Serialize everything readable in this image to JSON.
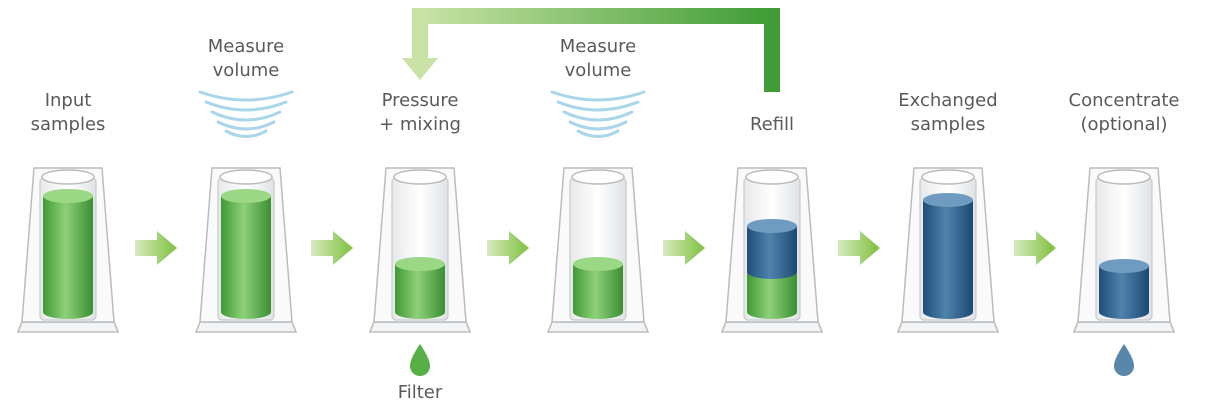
{
  "steps": [
    {
      "label_lines": [
        "Input",
        "samples"
      ],
      "liquid": "green-full"
    },
    {
      "label_lines": [
        "",
        ""
      ],
      "liquid": "green-full"
    },
    {
      "label_lines": [
        "Pressure",
        "+ mixing"
      ],
      "liquid": "green-low"
    },
    {
      "label_lines": [
        "",
        ""
      ],
      "liquid": "green-low"
    },
    {
      "label_lines": [
        "",
        "Refill"
      ],
      "liquid": "blue-green"
    },
    {
      "label_lines": [
        "Exchanged",
        "samples"
      ],
      "liquid": "blue-full"
    },
    {
      "label_lines": [
        "Concentrate",
        "(optional)"
      ],
      "liquid": "blue-low"
    }
  ],
  "measure_labels": [
    {
      "lines": [
        "Measure",
        "volume"
      ]
    },
    {
      "lines": [
        "Measure",
        "volume"
      ]
    }
  ],
  "filter_label": "Filter",
  "colors": {
    "green": "#4fae3f",
    "green_light": "#9fd48a",
    "blue": "#2a5f8c",
    "blue_light": "#6f9bc0",
    "arrow_green": "#8cc63f",
    "loop_green_start": "#c9e3a6",
    "loop_green_end": "#3f9c35",
    "label_text": "#5a5a5a",
    "wave": "#a9d6ea",
    "drop_green": "#57b046",
    "drop_blue": "#5a86aa"
  },
  "icons": [
    "wave-icon",
    "drop-icon",
    "arrow-right-icon",
    "loop-arrow-icon"
  ]
}
